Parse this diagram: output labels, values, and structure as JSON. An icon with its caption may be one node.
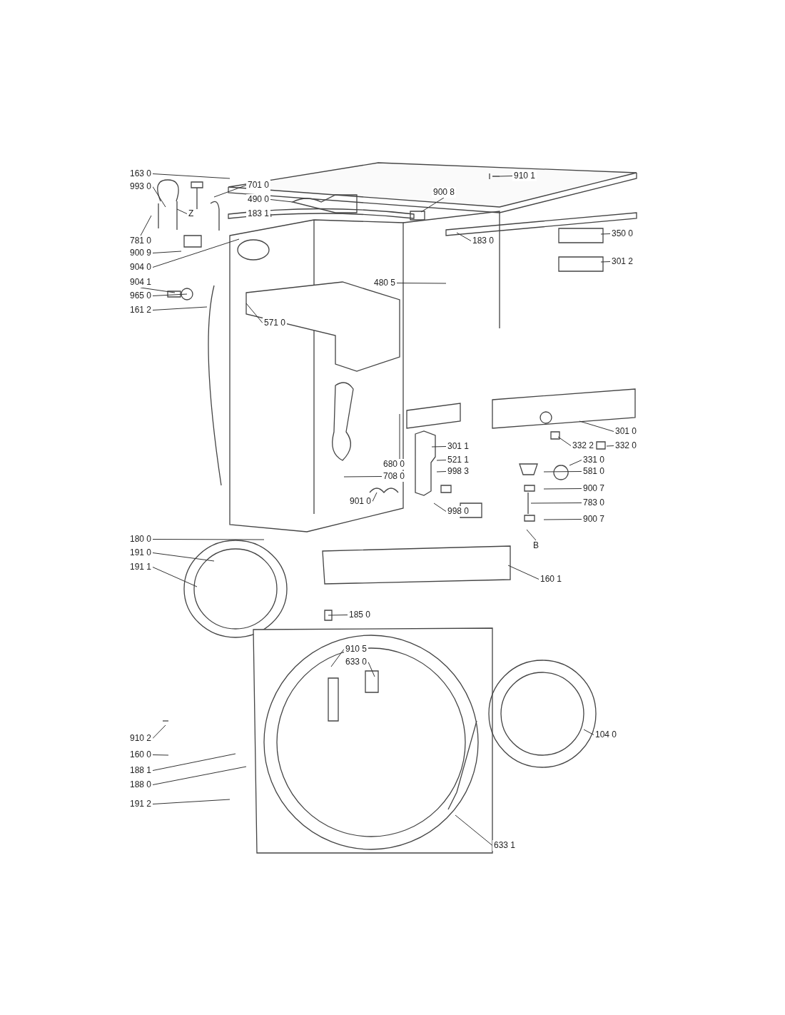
{
  "diagram": {
    "nodes": [
      {
        "text": [
          "163 0"
        ]
      },
      {
        "text": [
          "910 1"
        ]
      },
      {
        "text": [
          "993 0"
        ]
      },
      {
        "text": [
          "701 0"
        ]
      },
      {
        "text": [
          "490 0"
        ]
      },
      {
        "text": [
          "900 8"
        ]
      },
      {
        "text": [
          "183 1"
        ]
      },
      {
        "text": [
          "Z"
        ]
      },
      {
        "text": [
          "781 0"
        ]
      },
      {
        "text": [
          "900 9"
        ]
      },
      {
        "text": [
          "183 0"
        ]
      },
      {
        "text": [
          "350 0"
        ]
      },
      {
        "text": [
          "301 2"
        ]
      },
      {
        "text": [
          "904 0"
        ]
      },
      {
        "text": [
          "480 5"
        ]
      },
      {
        "text": [
          "904 1"
        ]
      },
      {
        "text": [
          "965 0"
        ]
      },
      {
        "text": [
          "161 2"
        ]
      },
      {
        "text": [
          "571 0"
        ]
      },
      {
        "text": [
          "301 0"
        ]
      },
      {
        "text": [
          "332 2"
        ]
      },
      {
        "text": [
          "332 0"
        ]
      },
      {
        "text": [
          "301 1"
        ]
      },
      {
        "text": [
          "680 0"
        ]
      },
      {
        "text": [
          "521 1"
        ]
      },
      {
        "text": [
          "331 0"
        ]
      },
      {
        "text": [
          "998 3"
        ]
      },
      {
        "text": [
          "581 0"
        ]
      },
      {
        "text": [
          "708 0"
        ]
      },
      {
        "text": [
          "900 7"
        ]
      },
      {
        "text": [
          "901 0"
        ]
      },
      {
        "text": [
          "783 0"
        ]
      },
      {
        "text": [
          "998 0"
        ]
      },
      {
        "text": [
          "900 7"
        ]
      },
      {
        "text": [
          "B"
        ]
      },
      {
        "text": [
          "180 0"
        ]
      },
      {
        "text": [
          "191 0"
        ]
      },
      {
        "text": [
          "191 1"
        ]
      },
      {
        "text": [
          "160 1"
        ]
      },
      {
        "text": [
          "185 0"
        ]
      },
      {
        "text": [
          "910 5"
        ]
      },
      {
        "text": [
          "633 0"
        ]
      },
      {
        "text": [
          "104 0"
        ]
      },
      {
        "text": [
          "910 2"
        ]
      },
      {
        "text": [
          "160 0"
        ]
      },
      {
        "text": [
          "188 1"
        ]
      },
      {
        "text": [
          "188 0"
        ]
      },
      {
        "text": [
          "191 2"
        ]
      },
      {
        "text": [
          "633 1"
        ]
      }
    ],
    "edges": [
      {
        "from": 0,
        "to": null,
        "arrow": "none"
      },
      {
        "from": 1,
        "to": null,
        "arrow": "none"
      },
      {
        "from": 2,
        "to": null,
        "arrow": "none"
      },
      {
        "from": 3,
        "to": null,
        "arrow": "none"
      },
      {
        "from": 4,
        "to": null,
        "arrow": "none"
      },
      {
        "from": 5,
        "to": null,
        "arrow": "none"
      },
      {
        "from": 6,
        "to": null,
        "arrow": "none"
      },
      {
        "from": 7,
        "to": null,
        "arrow": "none"
      },
      {
        "from": 8,
        "to": null,
        "arrow": "none"
      },
      {
        "from": 9,
        "to": null,
        "arrow": "none"
      },
      {
        "from": 10,
        "to": null,
        "arrow": "none"
      },
      {
        "from": 11,
        "to": null,
        "arrow": "none"
      },
      {
        "from": 12,
        "to": null,
        "arrow": "none"
      },
      {
        "from": 13,
        "to": null,
        "arrow": "none"
      },
      {
        "from": 14,
        "to": null,
        "arrow": "none"
      },
      {
        "from": 15,
        "to": null,
        "arrow": "none"
      },
      {
        "from": 16,
        "to": null,
        "arrow": "none"
      },
      {
        "from": 17,
        "to": null,
        "arrow": "none"
      },
      {
        "from": 18,
        "to": null,
        "arrow": "none"
      },
      {
        "from": 19,
        "to": null,
        "arrow": "none"
      },
      {
        "from": 20,
        "to": null,
        "arrow": "none"
      },
      {
        "from": 21,
        "to": null,
        "arrow": "none"
      },
      {
        "from": 22,
        "to": null,
        "arrow": "none"
      },
      {
        "from": 23,
        "to": null,
        "arrow": "none"
      },
      {
        "from": 24,
        "to": null,
        "arrow": "none"
      },
      {
        "from": 25,
        "to": null,
        "arrow": "none"
      },
      {
        "from": 26,
        "to": null,
        "arrow": "none"
      },
      {
        "from": 27,
        "to": null,
        "arrow": "none"
      },
      {
        "from": 28,
        "to": null,
        "arrow": "none"
      },
      {
        "from": 29,
        "to": null,
        "arrow": "none"
      },
      {
        "from": 30,
        "to": null,
        "arrow": "none"
      },
      {
        "from": 31,
        "to": null,
        "arrow": "none"
      },
      {
        "from": 32,
        "to": null,
        "arrow": "none"
      },
      {
        "from": 33,
        "to": null,
        "arrow": "none"
      },
      {
        "from": 34,
        "to": null,
        "arrow": "none"
      },
      {
        "from": 35,
        "to": null,
        "arrow": "none"
      },
      {
        "from": 36,
        "to": null,
        "arrow": "none"
      },
      {
        "from": 37,
        "to": null,
        "arrow": "none"
      },
      {
        "from": 38,
        "to": null,
        "arrow": "none"
      },
      {
        "from": 39,
        "to": null,
        "arrow": "none"
      },
      {
        "from": 40,
        "to": null,
        "arrow": "none"
      },
      {
        "from": 41,
        "to": null,
        "arrow": "none"
      },
      {
        "from": 42,
        "to": null,
        "arrow": "none"
      },
      {
        "from": 43,
        "to": null,
        "arrow": "none"
      },
      {
        "from": 44,
        "to": null,
        "arrow": "none"
      },
      {
        "from": 45,
        "to": null,
        "arrow": "none"
      },
      {
        "from": 46,
        "to": null,
        "arrow": "none"
      },
      {
        "from": 47,
        "to": null,
        "arrow": "none"
      },
      {
        "from": 48,
        "to": null,
        "arrow": "none"
      }
    ]
  }
}
